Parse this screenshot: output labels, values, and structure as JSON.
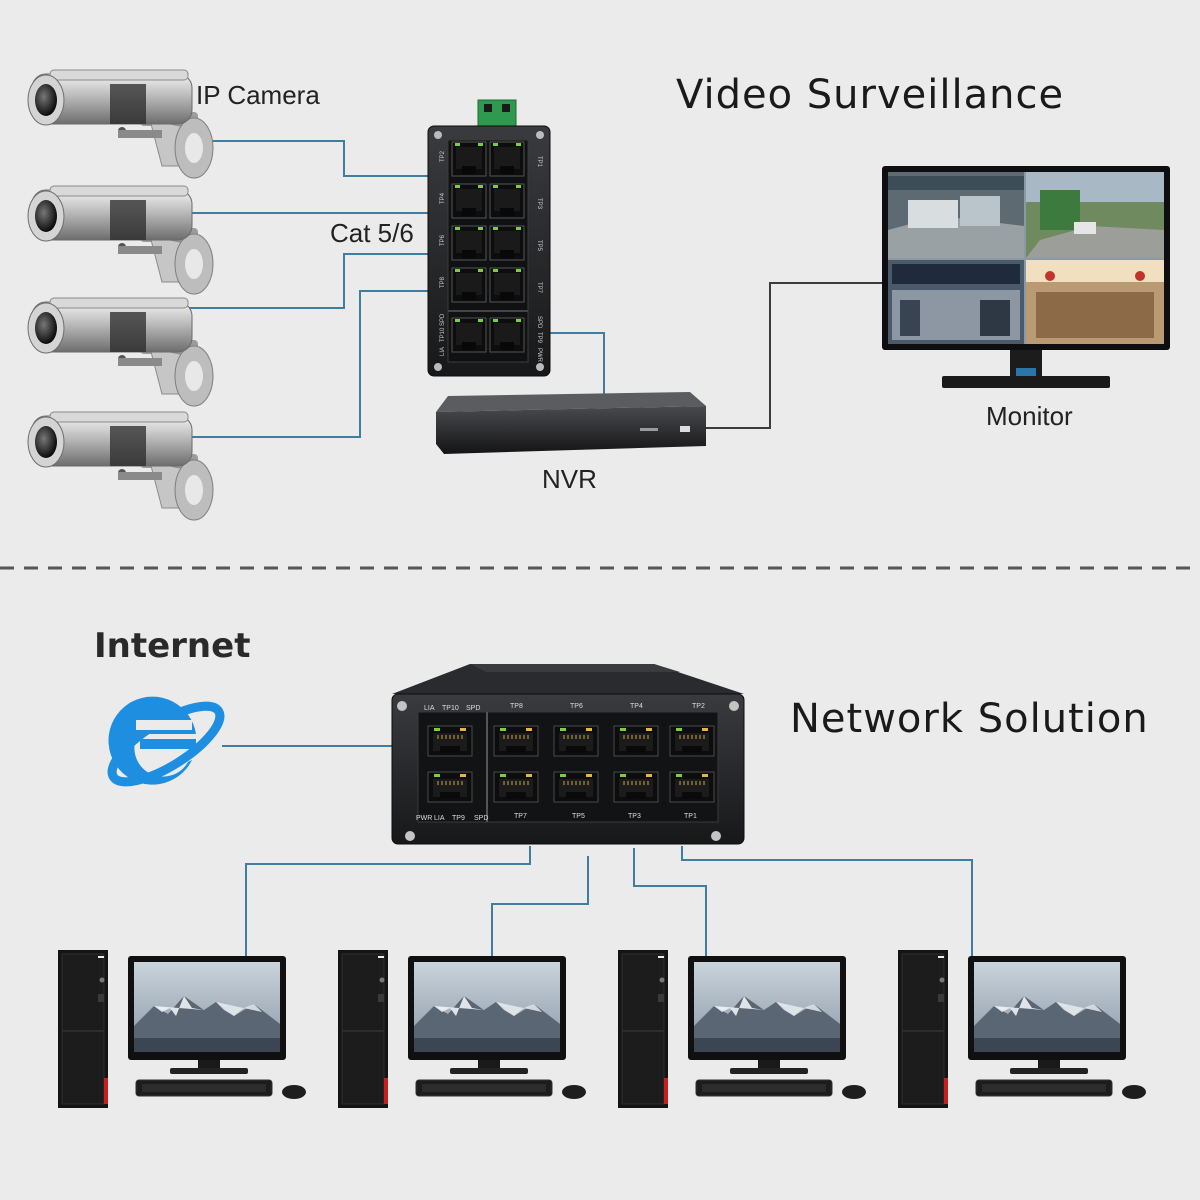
{
  "colors": {
    "background": "#ebebeb",
    "cable": "#3f7e9e",
    "cable_dark": "#333333",
    "divider": "#555555",
    "device_body": "#1c1d1f",
    "port_led_green": "#7bcf3a",
    "port_led_amber": "#e9b43a",
    "ie_logo": "#1e8fe0"
  },
  "labels": {
    "ip_camera": "IP Camera",
    "video_surveillance": "Video Surveillance",
    "cable": "Cat 5/6",
    "monitor": "Monitor",
    "nvr": "NVR",
    "internet": "Internet",
    "network_solution": "Network Solution"
  },
  "switch_top": {
    "ports_left": [
      "TP2",
      "TP4",
      "TP6",
      "TP8"
    ],
    "ports_right": [
      "TP1",
      "TP3",
      "TP5",
      "TP7"
    ],
    "uplink_left": [
      "SPD",
      "TP10",
      "LIA"
    ],
    "uplink_right": [
      "SPD",
      "TP9",
      "PWR"
    ]
  },
  "switch_bottom": {
    "top_labels": [
      "LIA",
      "TP10",
      "SPD",
      "TP8",
      "TP6",
      "TP4",
      "TP2"
    ],
    "bottom_labels": [
      "PWR",
      "LIA",
      "TP9",
      "SPD",
      "TP7",
      "TP5",
      "TP3",
      "TP1"
    ]
  },
  "icons": {
    "camera": "ip-camera-icon",
    "switch": "poe-switch-icon",
    "nvr": "nvr-icon",
    "monitor": "monitor-icon",
    "internet": "internet-explorer-icon",
    "computer": "desktop-computer-icon"
  }
}
